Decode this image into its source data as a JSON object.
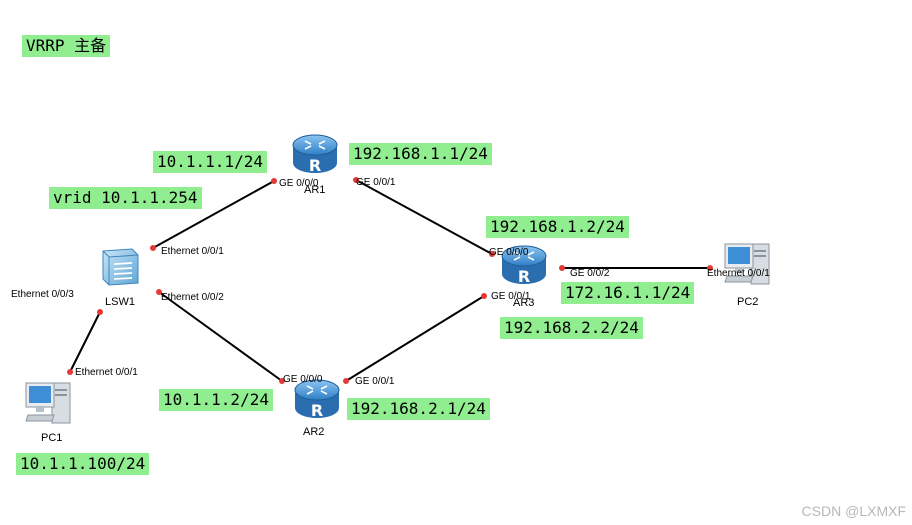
{
  "title": "VRRP 主备",
  "colors": {
    "label_bg": "#90ee90",
    "link": "#000000",
    "port_dot": "#e53935",
    "router_blue": "#2f7fc7"
  },
  "devices": {
    "ar1": {
      "name": "AR1",
      "icon": "router-icon"
    },
    "ar2": {
      "name": "AR2",
      "icon": "router-icon"
    },
    "ar3": {
      "name": "AR3",
      "icon": "router-icon"
    },
    "lsw1": {
      "name": "LSW1",
      "icon": "switch-icon"
    },
    "pc1": {
      "name": "PC1",
      "icon": "pc-icon"
    },
    "pc2": {
      "name": "PC2",
      "icon": "pc-icon"
    }
  },
  "ports": {
    "ar1_g000": "GE 0/0/0",
    "ar1_g001": "GE 0/0/1",
    "ar2_g000": "GE 0/0/0",
    "ar2_g001": "GE 0/0/1",
    "ar3_g000": "GE 0/0/0",
    "ar3_g001": "GE 0/0/1",
    "ar3_g002": "GE 0/0/2",
    "lsw1_e001": "Ethernet 0/0/1",
    "lsw1_e002": "Ethernet 0/0/2",
    "lsw1_e003": "Ethernet 0/0/3",
    "pc1_e001": "Ethernet 0/0/1",
    "pc2_e001": "Ethernet 0/0/1"
  },
  "addresses": {
    "ar1_lan": "10.1.1.1/24",
    "vrid": "vrid 10.1.1.254",
    "ar1_wan": "192.168.1.1/24",
    "ar3_g000": "192.168.1.2/24",
    "ar3_g002": "172.16.1.1/24",
    "ar3_g001": "192.168.2.2/24",
    "ar2_lan": "10.1.1.2/24",
    "ar2_wan": "192.168.2.1/24",
    "pc1": "10.1.1.100/24"
  },
  "watermark": "CSDN @LXMXF"
}
